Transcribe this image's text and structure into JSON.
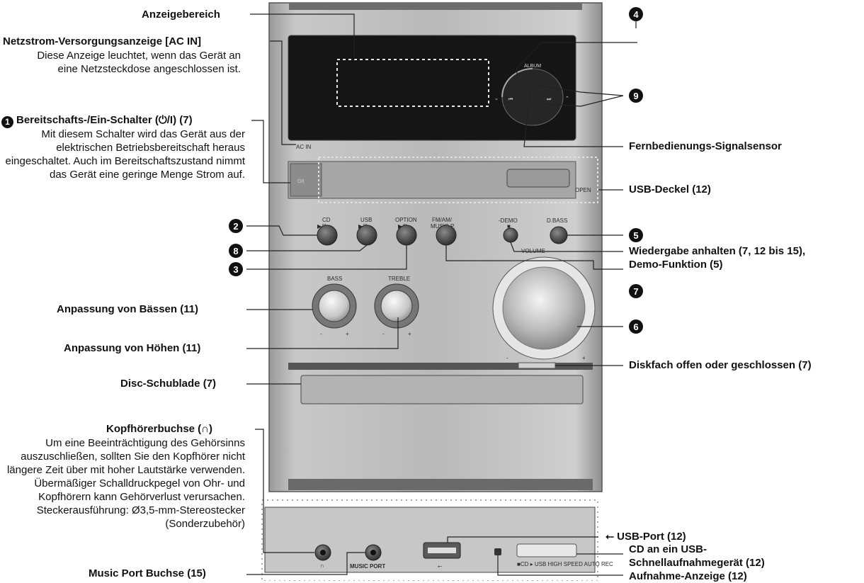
{
  "labels": {
    "anzeigebereich": "Anzeigebereich",
    "ac_in_title": "Netzstrom-Versorgungsanzeige [AC IN]",
    "ac_in_desc": "Diese Anzeige leuchtet, wenn das Gerät an eine Netzsteckdose angeschlossen ist.",
    "standby_title": "Bereitschafts-/Ein-Schalter (⏻/I) (7)",
    "standby_desc": "Mit diesem Schalter wird das Gerät aus der elektrischen Betriebsbereitschaft heraus eingeschaltet. Auch im Bereitschaftszustand nimmt das Gerät eine geringe Menge Strom auf.",
    "bass": "Anpassung von Bässen (11)",
    "treble": "Anpassung von Höhen (11)",
    "disc_tray": "Disc-Schublade (7)",
    "headphone_title": "Kopfhörerbuchse (∩)",
    "headphone_desc": "Um eine Beeinträchtigung des Gehörsinns auszuschließen, sollten Sie den Kopfhörer nicht längere Zeit über mit hoher Lautstärke verwenden. Übermäßiger Schalldruckpegel von Ohr- und Kopfhörern kann Gehörverlust verursachen. Steckerausführung: Ø3,5-mm-Stereostecker (Sonderzubehör)",
    "music_port": "Music Port Buchse (15)",
    "remote_sensor": "Fernbedienungs-Signalsensor",
    "usb_cover": "USB-Deckel (12)",
    "stop_demo_1": "Wiedergabe anhalten (7, 12 bis 15),",
    "stop_demo_2": "Demo-Funktion (5)",
    "disc_open": "Diskfach offen oder geschlossen (7)",
    "usb_port": "USB-Port (12)",
    "cd_usb_1": "CD an ein USB-",
    "cd_usb_2": "Schnellaufnahmegerät (12)",
    "rec_indicator": "Aufnahme-Anzeige (12)"
  },
  "numbers": {
    "n1": "1",
    "n2": "2",
    "n3": "3",
    "n4": "4",
    "n5": "5",
    "n6": "6",
    "n7": "7",
    "n8": "8",
    "n9": "9"
  },
  "device": {
    "ac_in": "AC IN",
    "power_symbol": "⏻/I",
    "open": "OPEN",
    "album": "ALBUM",
    "cd": "CD",
    "usb": "USB",
    "option": "OPTION",
    "play_pause": "▶/II",
    "fm_am": "FM/AM/",
    "music_p": "MUSIC P.",
    "demo": "-DEMO",
    "stop_sq": "■",
    "dbass": "D.BASS",
    "volume": "VOLUME",
    "bass_knob": "BASS",
    "treble_knob": "TREBLE",
    "minus": "-",
    "plus": "+",
    "eject": "▲",
    "music_port_panel": "MUSIC PORT",
    "phones_symbol": "∩",
    "usb_symbol": "⭠",
    "rec_panel": "■CD ▸ USB HIGH SPEED AUTO REC"
  }
}
